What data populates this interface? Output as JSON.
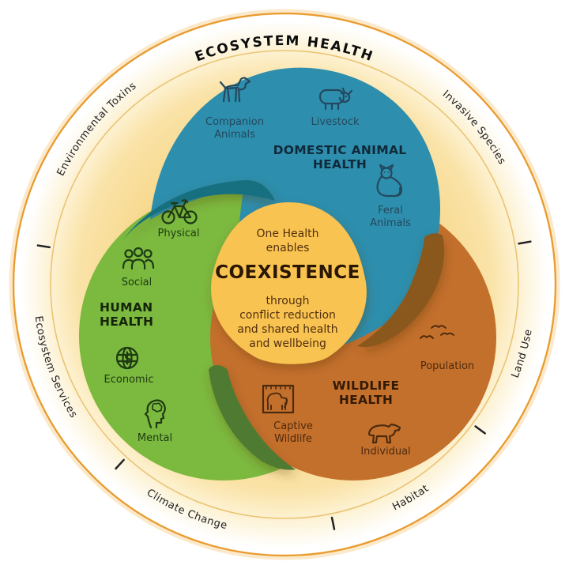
{
  "ring": {
    "title": "ECOSYSTEM HEALTH",
    "labels": {
      "environmental_toxins": "Environmental Toxins",
      "invasive_species": "Invasive Species",
      "ecosystem_services": "Ecosystem Services",
      "climate_change": "Climate Change",
      "habitat": "Habitat",
      "land_use": "Land Use"
    }
  },
  "center": {
    "intro_lines": [
      "One Health",
      "enables"
    ],
    "title": "COEXISTENCE",
    "body_lines": [
      "through",
      "conflict reduction",
      "and shared health",
      "and wellbeing"
    ]
  },
  "domestic": {
    "title_lines": [
      "DOMESTIC ANIMAL",
      "HEALTH"
    ],
    "items": {
      "companion": {
        "icon": "dog-icon",
        "lines": [
          "Companion",
          "Animals"
        ]
      },
      "livestock": {
        "icon": "cow-icon",
        "lines": [
          "Livestock"
        ]
      },
      "feral": {
        "icon": "cat-icon",
        "lines": [
          "Feral",
          "Animals"
        ]
      }
    }
  },
  "human": {
    "title_lines": [
      "HUMAN",
      "HEALTH"
    ],
    "items": {
      "physical": {
        "icon": "bicycle-icon",
        "label": "Physical"
      },
      "social": {
        "icon": "people-icon",
        "label": "Social"
      },
      "economic": {
        "icon": "globe-dollar-icon",
        "label": "Economic"
      },
      "mental": {
        "icon": "head-brain-icon",
        "label": "Mental"
      }
    }
  },
  "wildlife": {
    "title_lines": [
      "WILDLIFE",
      "HEALTH"
    ],
    "items": {
      "population": {
        "icon": "flying-birds-icon",
        "label": "Population"
      },
      "captive": {
        "icon": "caged-elephant-icon",
        "lines": [
          "Captive",
          "Wildlife"
        ]
      },
      "individual": {
        "icon": "bear-icon",
        "label": "Individual"
      }
    }
  },
  "colors": {
    "domestic_blue": "#2d8fad",
    "human_green": "#7cb93f",
    "wildlife_orange": "#c4702d",
    "coexistence_yellow": "#f9c351",
    "overlap_teal": "#17707f",
    "overlap_brown": "#8a591c",
    "overlap_dark_green": "#507a33",
    "ring_gold": "#e89b2e",
    "ring_cream": "#fdf0cd"
  }
}
